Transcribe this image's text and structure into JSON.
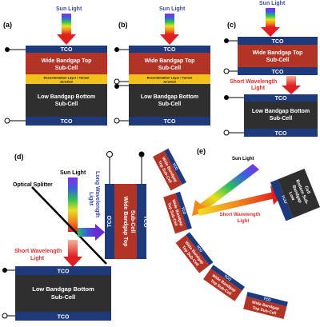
{
  "colors": {
    "tco": "#1f3a7a",
    "tco_stripe": "#3a5aa8",
    "top_cell": "#b23427",
    "bottom_cell": "#2f2f2f",
    "recomb": "#f2c21a",
    "sun_text": "#3b4aa8",
    "red_text": "#e23030",
    "long_text": "#3b4aa8"
  },
  "panels": {
    "a": {
      "label": "(a)",
      "sun": "Sun Light",
      "tco_top": "TCO",
      "top_cell_1": "Wide Bandgap Top",
      "top_cell_2": "Sub-Cell",
      "recomb_1": "Recombination Layer / Tunnel",
      "recomb_2": "Junction",
      "bottom_cell_1": "Low Bandgap Bottom",
      "bottom_cell_2": "Sub-Cell",
      "tco_bottom": "TCO"
    },
    "b": {
      "label": "(b)",
      "sun": "Sun Light",
      "tco_top": "TCO",
      "top_cell_1": "Wide Bandgap Top",
      "top_cell_2": "Sub-Cell",
      "recomb_1": "Recombination Layer / Tunnel",
      "recomb_2": "Junction",
      "bottom_cell_1": "Low Bandgap Bottom",
      "bottom_cell_2": "Sub-Cell",
      "tco_bottom": "TCO"
    },
    "c": {
      "label": "(c)",
      "sun": "Sun Light",
      "tco_top": "TCO",
      "top_cell_1": "Wide Bandgap Top",
      "top_cell_2": "Sub-Cell",
      "tco_mid": "TCO",
      "short_1": "Short Wavelength",
      "short_2": "Light",
      "tco_mid2": "TCO",
      "bottom_cell_1": "Low Bandgap Bottom",
      "bottom_cell_2": "Sub-Cell",
      "tco_bottom": "TCO"
    },
    "d": {
      "label": "(d)",
      "sun": "Sun Light",
      "splitter": "Optical Splitter",
      "long_1": "Long Wavelength",
      "long_2": "Light",
      "short_1": "Short Wavelength",
      "short_2": "Light",
      "tco_left": "TCO",
      "top_cell_1": "Wide Bandgap Top",
      "top_cell_2": "Sub-Cell",
      "tco_right": "TCO",
      "tco_top": "TCO",
      "bottom_cell_1": "Low Bandgap Bottom",
      "bottom_cell_2": "Sub-Cell",
      "tco_bottom": "TCO"
    },
    "e": {
      "label": "(e)",
      "sun": "Sun Light",
      "red_1": "Short Wavelength",
      "red_2": "Light",
      "tco": "TCO",
      "top_cell_1": "Wide Bandgap",
      "top_cell_2": "Top Sub-Cell",
      "bottom_tco": "TCO",
      "bottom_cell_1": "Low",
      "bottom_cell_2": "Bandgap",
      "bottom_cell_3": "Bottom Sub-",
      "bottom_cell_4": "Cell"
    }
  }
}
